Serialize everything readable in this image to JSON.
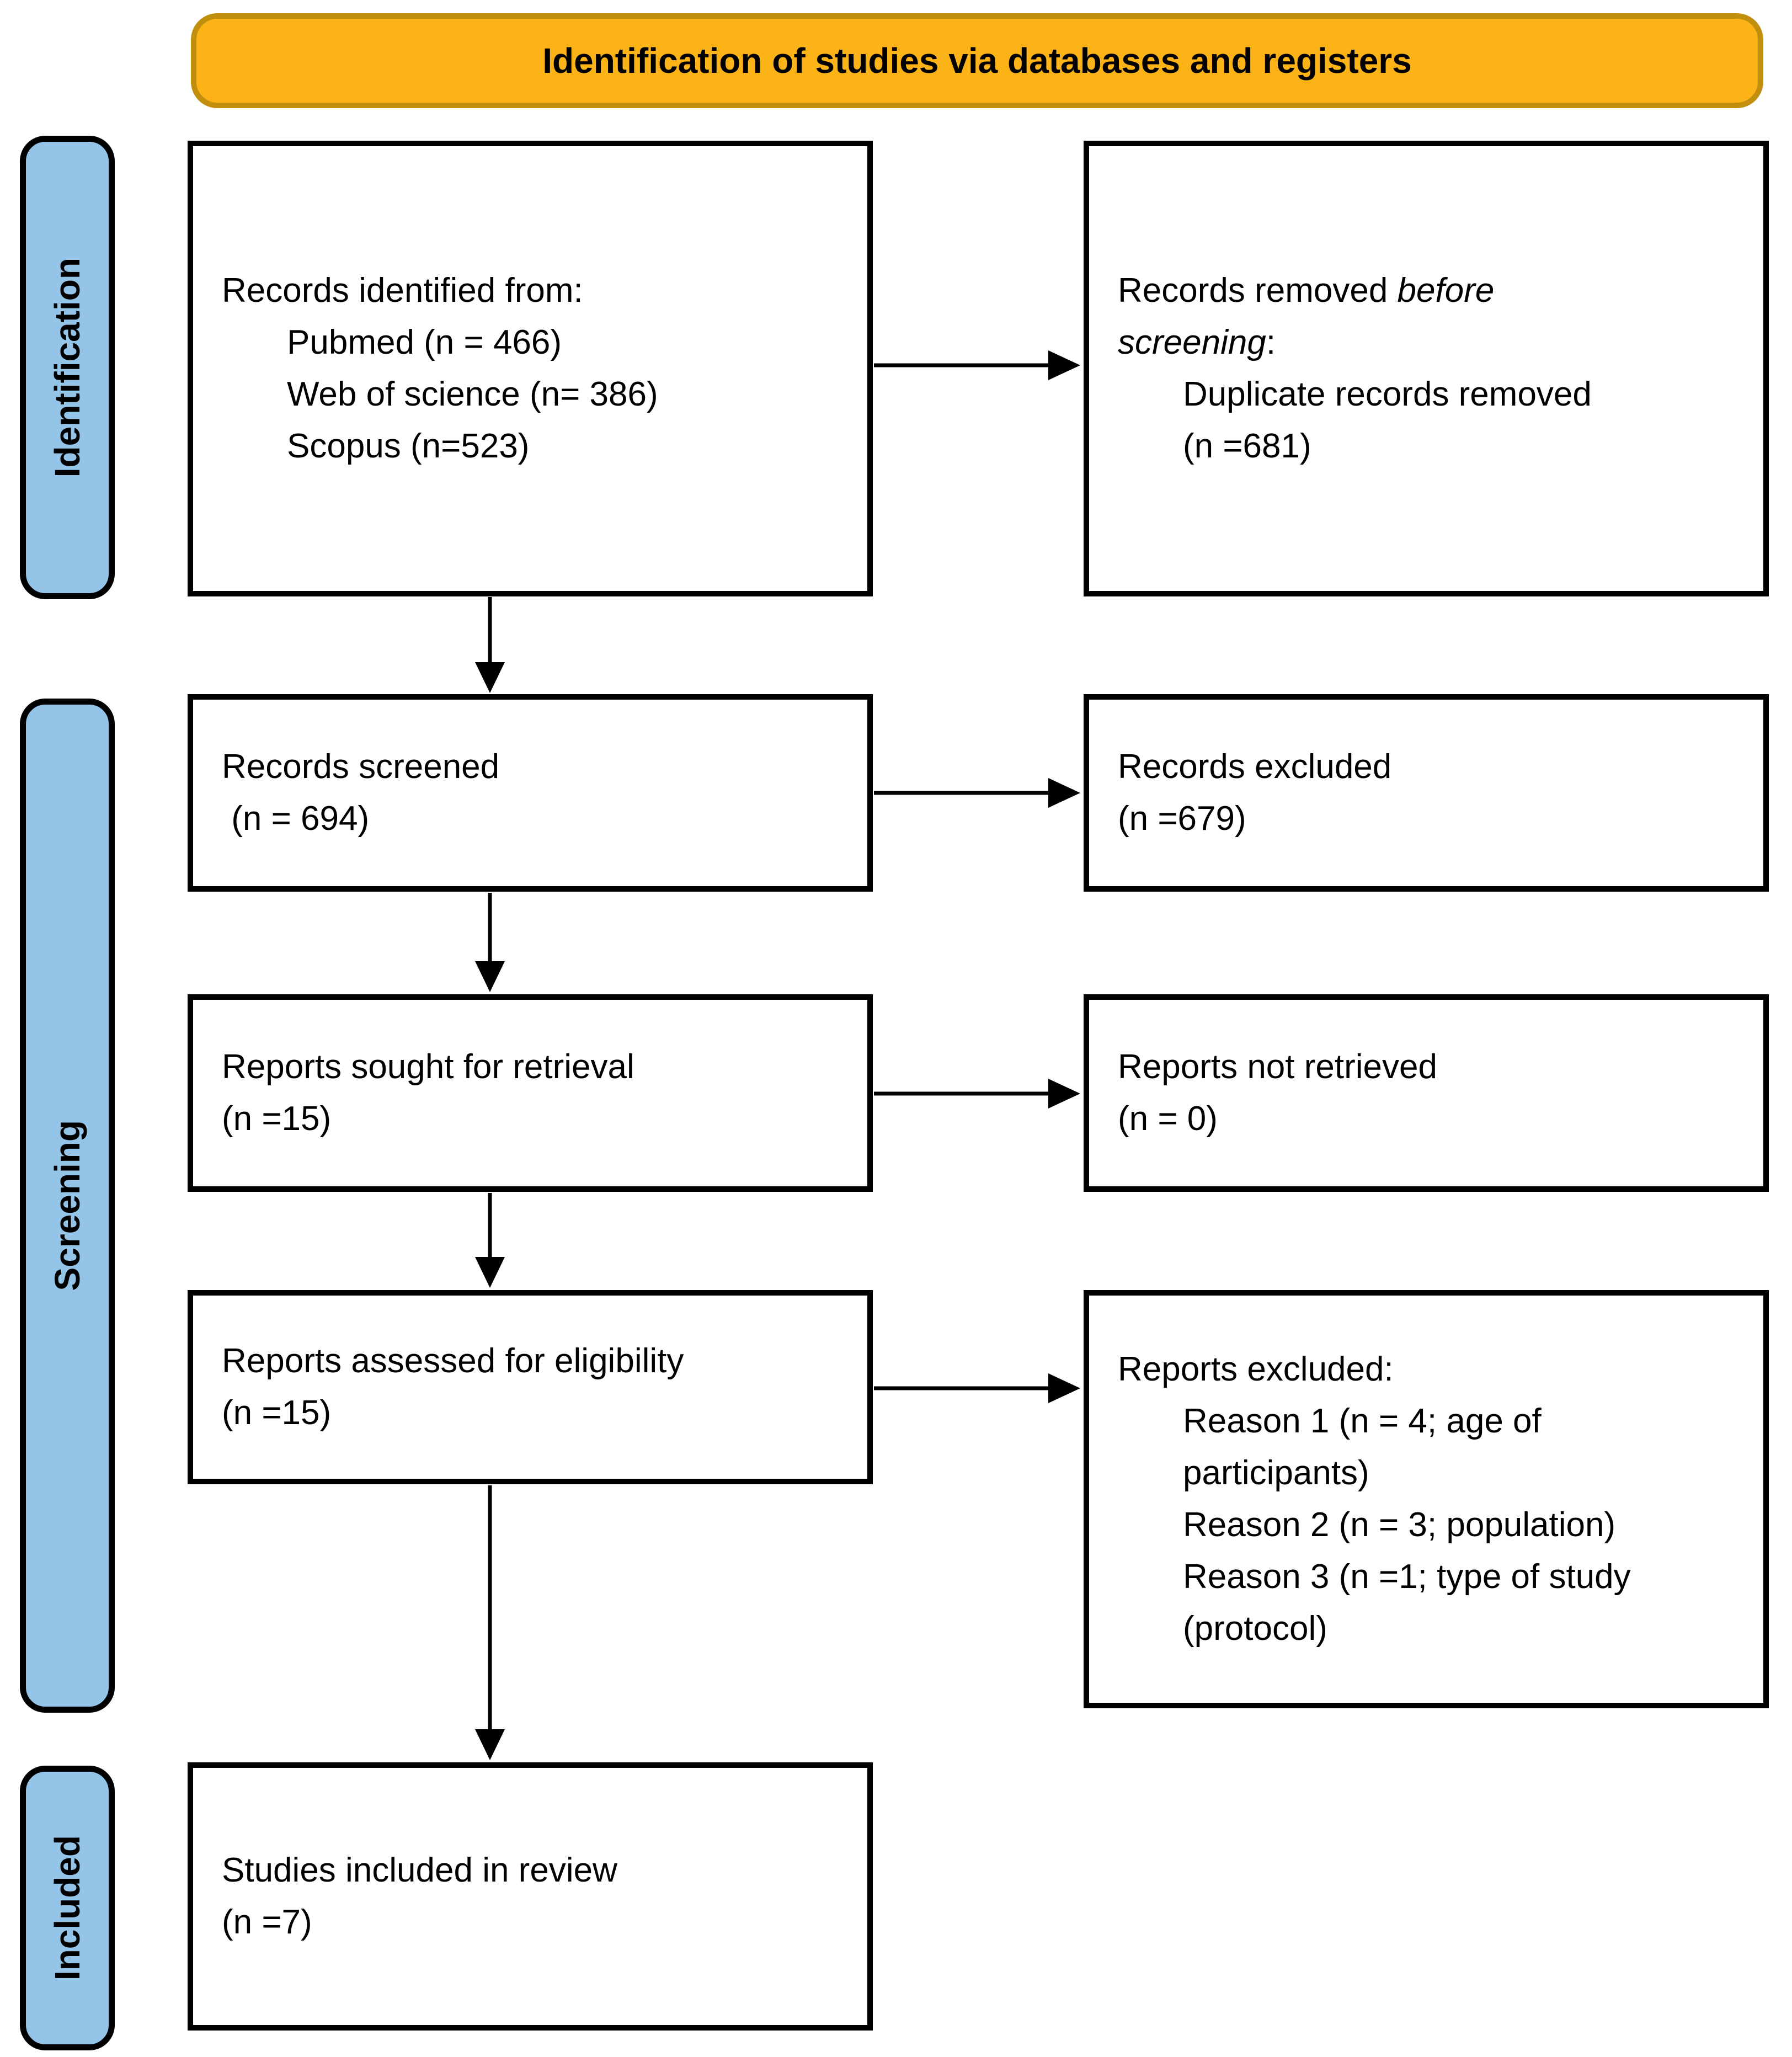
{
  "colors": {
    "banner_fill": "#FBB317",
    "banner_border": "#C28E0E",
    "stage_fill": "#94C4E8",
    "box_border": "#000000"
  },
  "banner": {
    "label": "Identification of studies via databases and registers"
  },
  "stages": {
    "identification": "Identification",
    "screening": "Screening",
    "included": "Included"
  },
  "boxes": {
    "identified": {
      "heading": "Records identified from:",
      "sources": [
        "Pubmed (n = 466)",
        "Web of science (n= 386)",
        "Scopus (n=523)"
      ]
    },
    "records_removed": {
      "line1_normal": "Records removed ",
      "line1_italic": "before",
      "line2_italic": "screening",
      "line2_normal": ":",
      "detail_lines": [
        "Duplicate records removed",
        "(n =681)"
      ]
    },
    "screened": {
      "line1": "Records screened",
      "line2": " (n = 694)"
    },
    "records_excluded": {
      "line1": "Records excluded",
      "line2": "(n =679)"
    },
    "sought": {
      "line1": "Reports sought for retrieval",
      "line2": "(n =15)"
    },
    "not_retrieved": {
      "line1": "Reports not retrieved",
      "line2": "(n = 0)"
    },
    "assessed": {
      "line1": "Reports assessed for eligibility",
      "line2": "(n =15)"
    },
    "reports_excluded": {
      "heading": "Reports excluded:",
      "reason_lines": [
        "Reason 1 (n = 4; age of",
        "participants)",
        "Reason 2 (n = 3; population)",
        "Reason 3 (n =1; type of study",
        "(protocol)"
      ]
    },
    "included": {
      "line1": "Studies included in review",
      "line2": "(n =7)"
    }
  }
}
